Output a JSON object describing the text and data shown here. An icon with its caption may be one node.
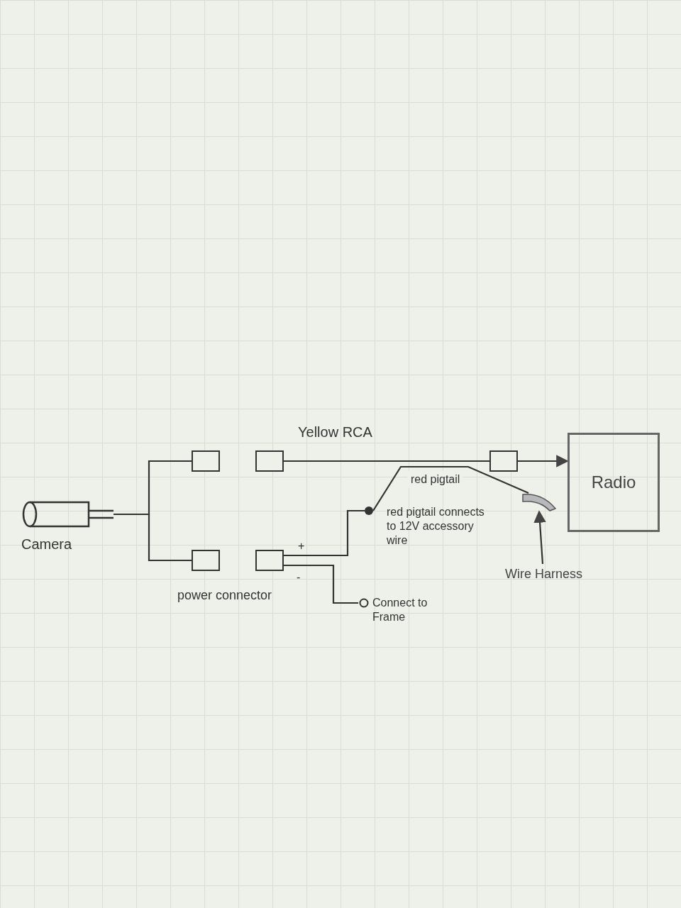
{
  "diagram": {
    "nodes": [
      {
        "text": [
          "Camera"
        ]
      },
      {
        "text": [],
        "shape": "box"
      },
      {
        "text": [],
        "shape": "box"
      },
      {
        "text": [],
        "shape": "box"
      },
      {
        "text": [],
        "shape": "box"
      },
      {
        "text": [],
        "shape": "circle"
      },
      {
        "text": [
          "Connect to Frame"
        ]
      },
      {
        "text": [],
        "shape": "box"
      },
      {
        "text": [
          "Wire Harness"
        ]
      },
      {
        "text": [],
        "shape": "box"
      },
      {
        "text": [
          "Radio"
        ]
      }
    ],
    "edges": [
      {
        "from": 0,
        "to": 2,
        "arrow": "none"
      },
      {
        "from": 0,
        "to": 1,
        "arrow": "none"
      },
      {
        "from": 3,
        "to": 5,
        "arrow": "none"
      },
      {
        "from": 3,
        "to": 6,
        "arrow": "none"
      },
      {
        "from": 4,
        "to": 7,
        "arrow": "none"
      },
      {
        "from": 5,
        "to": 9,
        "arrow": "none",
        "label": "red pigtail"
      },
      {
        "from": 7,
        "to": 10,
        "arrow": "to"
      },
      {
        "from": 8,
        "to": 9,
        "arrow": "to"
      }
    ],
    "labels": [
      "Yellow RCA",
      "power connector",
      "+",
      "-",
      "red pigtail connects to 12V accessory wire"
    ]
  }
}
